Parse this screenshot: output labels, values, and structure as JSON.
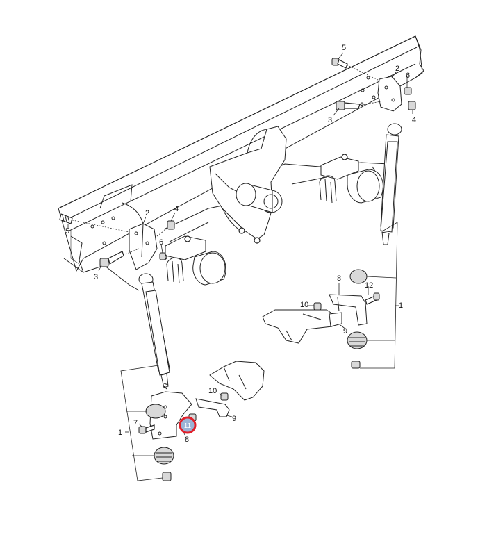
{
  "callouts": {
    "c1_left": "1",
    "c1_right": "1",
    "c2_left": "2",
    "c2_right": "2",
    "c3_left": "3",
    "c3_right": "3",
    "c4_left": "4",
    "c4_right": "4",
    "c5_left": "5",
    "c5_right": "5",
    "c6_left": "6",
    "c6_right": "6",
    "c7_left": "7",
    "c8_left": "8",
    "c8_right": "8",
    "c9_left": "9",
    "c9_right": "9",
    "c10_left": "10",
    "c10_right": "10",
    "c11_highlight": "11",
    "c12_right": "12"
  },
  "highlight_color": "#e0202a",
  "highlight_fill": "#9bb4d6"
}
